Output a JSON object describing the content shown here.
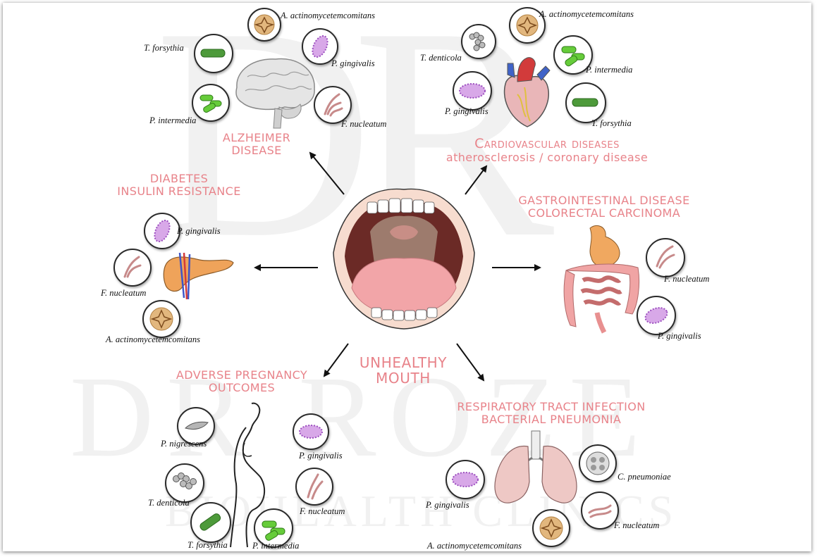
{
  "watermark": {
    "initials": "DR",
    "name": "DR ROZE",
    "clinic": "BIOHEALTH CLINICS"
  },
  "center": {
    "label_line1": "UNHEALTHY",
    "label_line2": "MOUTH"
  },
  "colors": {
    "heading": "#e8838a",
    "arrow": "#111111"
  },
  "sections": {
    "alzheimer": {
      "title_line1": "ALZHEIMER",
      "title_line2": "DISEASE",
      "bacteria": [
        "A. actinomycetemcomitans",
        "T. forsythia",
        "P. gingivalis",
        "P. intermedia",
        "F. nucleatum"
      ]
    },
    "cardio": {
      "title_line1": "Cardiovascular diseases",
      "title_line2": "atherosclerosis / coronary disease",
      "bacteria": [
        "A. actinomycetemcomitans",
        "T. denticola",
        "P. intermedia",
        "P. gingivalis",
        "T. forsythia"
      ]
    },
    "diabetes": {
      "title_line1": "DIABETES",
      "title_line2": "INSULIN RESISTANCE",
      "bacteria": [
        "P. gingivalis",
        "F. nucleatum",
        "A. actinomycetemcomitans"
      ]
    },
    "gastro": {
      "title_line1": "GASTROINTESTINAL DISEASE",
      "title_line2": "COLORECTAL CARCINOMA",
      "bacteria": [
        "F. nucleatum",
        "P. gingivalis"
      ]
    },
    "pregnancy": {
      "title_line1": "ADVERSE PREGNANCY",
      "title_line2": "OUTCOMES",
      "bacteria": [
        "P. nigrescens",
        "P. gingivalis",
        "T. denticola",
        "F. nucleatum",
        "T. forsythia",
        "P. intermedia"
      ]
    },
    "respiratory": {
      "title_line1": "RESPIRATORY TRACT INFECTION",
      "title_line2": "BACTERIAL PNEUMONIA",
      "bacteria": [
        "C. pneumoniae",
        "P. gingivalis",
        "F. nucleatum",
        "A. actinomycetemcomitans"
      ]
    }
  }
}
